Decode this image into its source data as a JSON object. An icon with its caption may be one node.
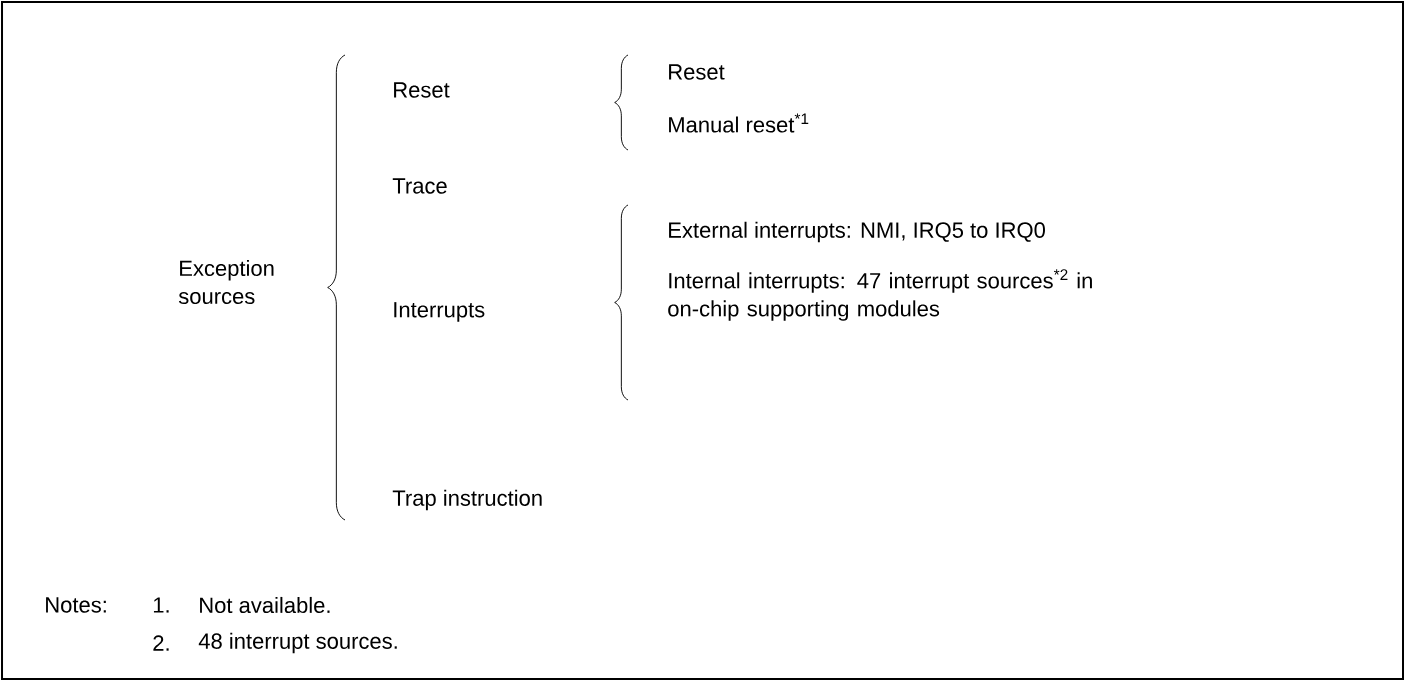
{
  "diagram": {
    "labels": [
      "Reset",
      "Manual reset$^{*1}$",
      "Reset",
      "Trace",
      "Exception sources",
      "External interrupts: NMI, IRQ5 to IRQ0",
      "Interrupts",
      "Internal interrupts: 47 interrupt sources$^{*2}$ in on-chip supporting modules",
      "Trap instruction",
      "Notes:",
      "1.",
      "Not available.",
      "2.",
      "48 interrupt sources."
    ]
  }
}
